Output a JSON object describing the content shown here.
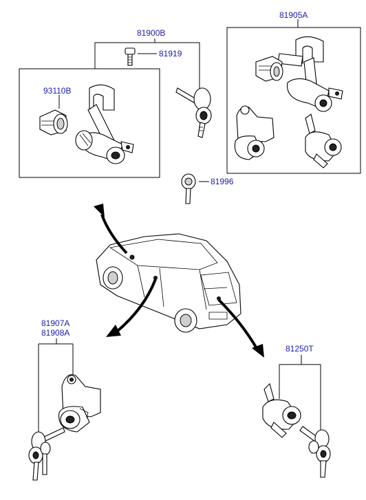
{
  "callouts": {
    "lock_set": "81900B",
    "bolt": "81919",
    "steering_lock": "93110B",
    "lock_set_alt": "81905A",
    "blank_key": "81996",
    "door_lock_1": "81907A",
    "door_lock_2": "81908A",
    "tailgate_lock": "81250T"
  }
}
